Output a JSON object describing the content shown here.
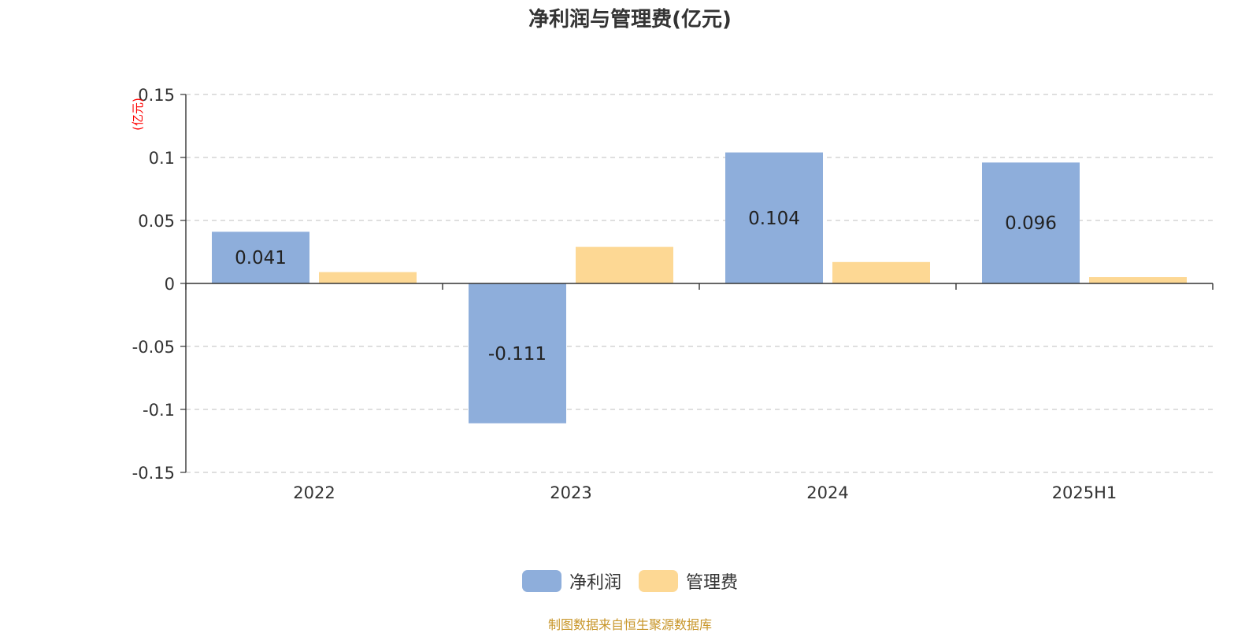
{
  "chart_data": {
    "type": "bar",
    "title": "净利润与管理费(亿元)",
    "ylabel": "(亿元)",
    "xlabel": "",
    "categories": [
      "2022",
      "2023",
      "2024",
      "2025H1"
    ],
    "series": [
      {
        "name": "净利润",
        "color": "#8eaedb",
        "values": [
          0.041,
          -0.111,
          0.104,
          0.096
        ],
        "labels": [
          "0.041",
          "-0.111",
          "0.104",
          "0.096"
        ]
      },
      {
        "name": "管理费",
        "color": "#fdd894",
        "values": [
          0.009,
          0.029,
          0.017,
          0.005
        ]
      }
    ],
    "ylim": [
      -0.15,
      0.15
    ],
    "yticks": [
      0.15,
      0.1,
      0.05,
      0,
      -0.05,
      -0.1,
      -0.15
    ],
    "ytick_labels": [
      "0.15",
      "0.1",
      "0.05",
      "0",
      "-0.05",
      "-0.1",
      "-0.15"
    ],
    "grid": true,
    "legend_position": "bottom-center",
    "ylabel_color": "#ff0000"
  },
  "source_note": "制图数据来自恒生聚源数据库"
}
